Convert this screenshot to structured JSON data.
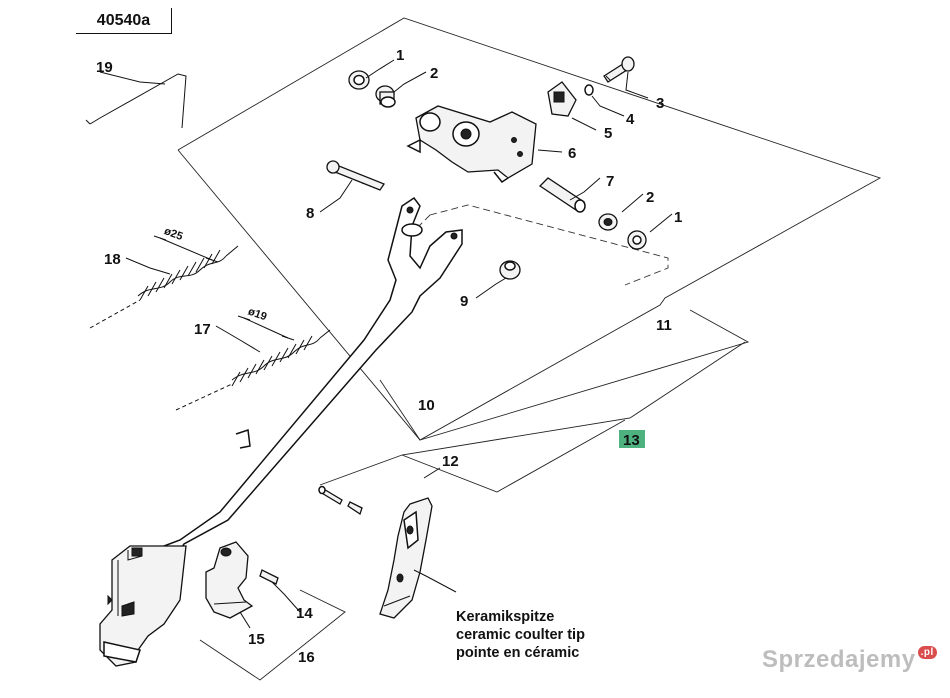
{
  "diagram_ref": "40540a",
  "callouts": [
    "1",
    "2",
    "3",
    "4",
    "5",
    "6",
    "7",
    "2",
    "1",
    "8",
    "9",
    "10",
    "11",
    "12",
    "13",
    "14",
    "15",
    "16",
    "17",
    "18",
    "19"
  ],
  "dimensions": [
    "ø25",
    "ø19"
  ],
  "note_lines": [
    "Keramikspitze",
    "ceramic coulter tip",
    "pointe en céramic"
  ],
  "highlight_color": "#2ea56a",
  "watermark": {
    "text": "Sprzedajemy",
    "suffix": ".pl"
  }
}
